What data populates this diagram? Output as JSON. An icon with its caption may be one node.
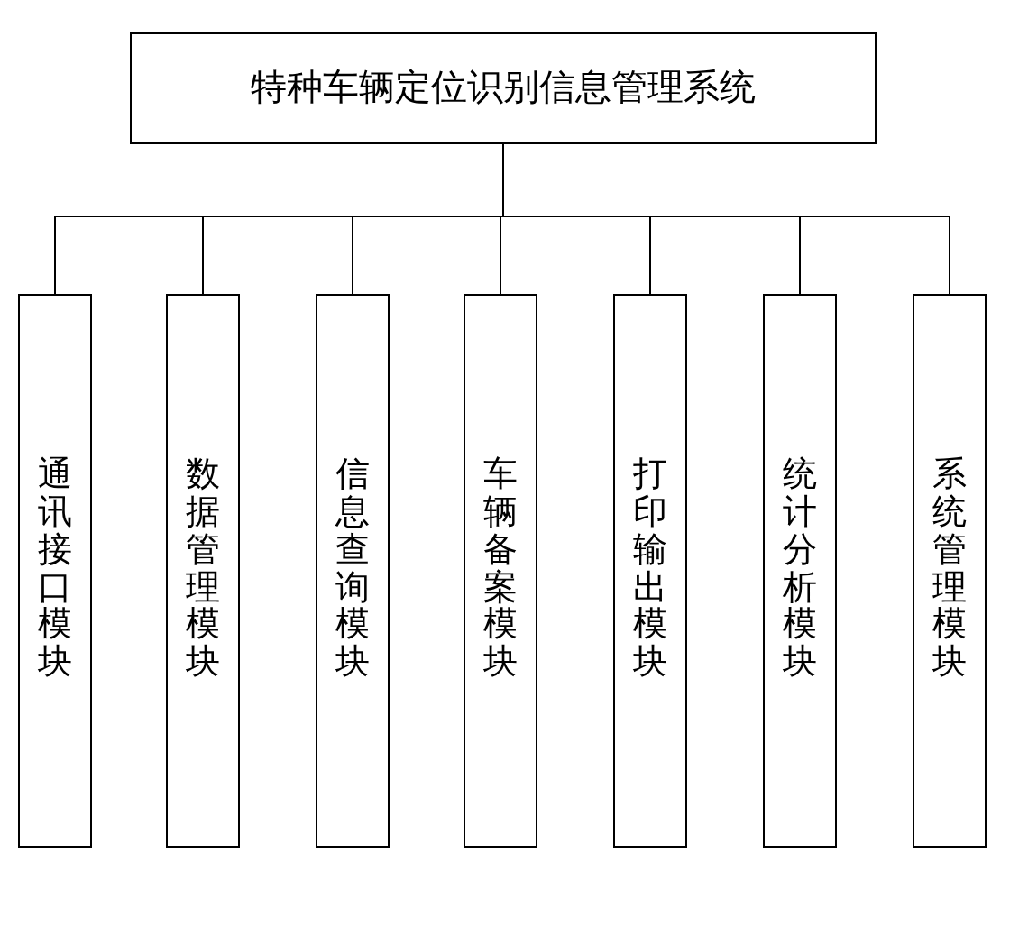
{
  "diagram": {
    "nodes": [
      {
        "text": [
          "特种车辆定位识别信息管理系统"
        ]
      },
      {
        "text": [
          "通讯接口模块"
        ]
      },
      {
        "text": [
          "数据管理模块"
        ]
      },
      {
        "text": [
          "信息查询模块"
        ]
      },
      {
        "text": [
          "车辆备案模块"
        ]
      },
      {
        "text": [
          "打印输出模块"
        ]
      },
      {
        "text": [
          "统计分析模块"
        ]
      },
      {
        "text": [
          "系统管理模块"
        ]
      }
    ],
    "edges": [
      {
        "from": 0,
        "to": 1,
        "arrow": "none"
      },
      {
        "from": 0,
        "to": 2,
        "arrow": "none"
      },
      {
        "from": 0,
        "to": 3,
        "arrow": "none"
      },
      {
        "from": 0,
        "to": 4,
        "arrow": "none"
      },
      {
        "from": 0,
        "to": 5,
        "arrow": "none"
      },
      {
        "from": 0,
        "to": 6,
        "arrow": "none"
      },
      {
        "from": 0,
        "to": 7,
        "arrow": "none"
      }
    ]
  }
}
